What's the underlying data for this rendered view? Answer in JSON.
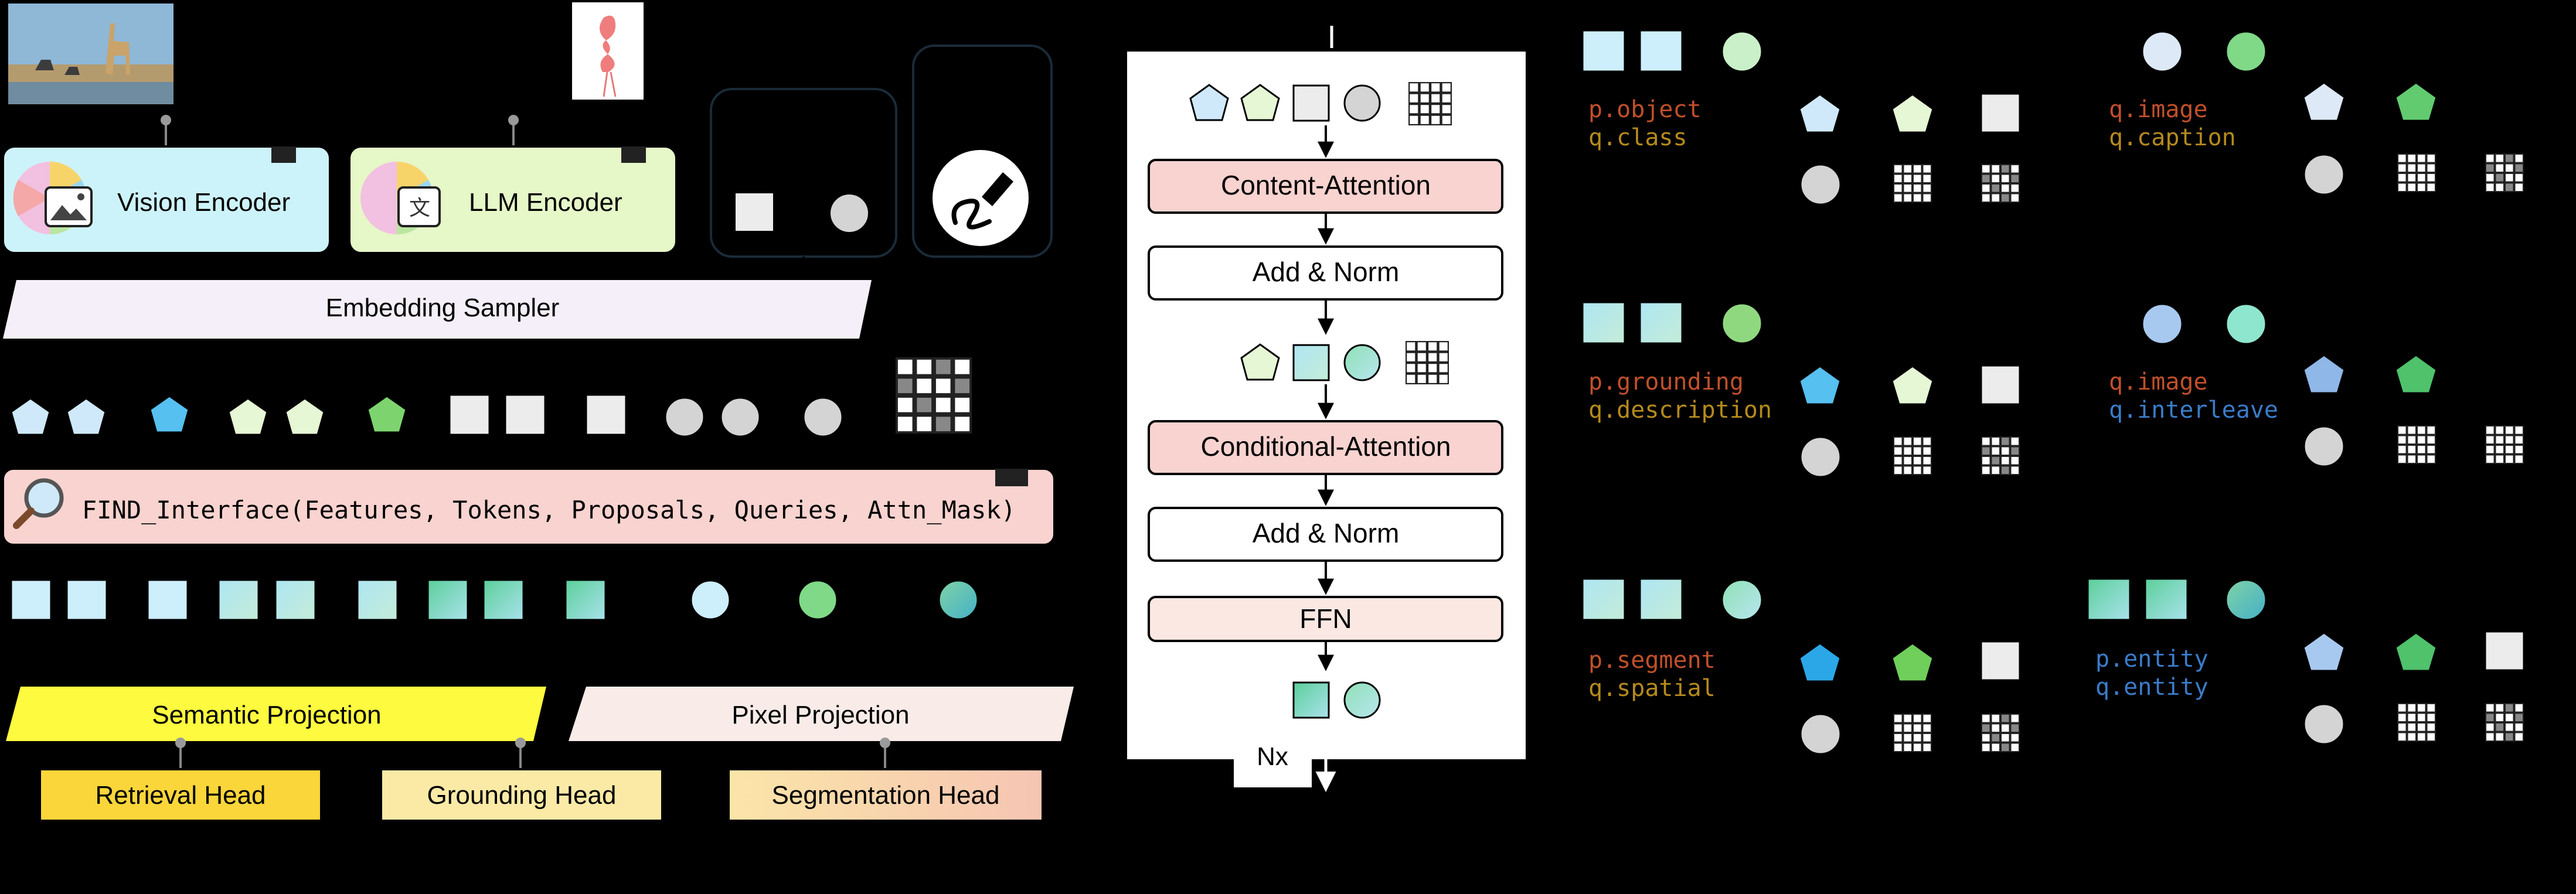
{
  "encoders": {
    "vision": "Vision Encoder",
    "llm": "LLM Encoder",
    "sampler": "Embedding Sampler"
  },
  "interface": {
    "call": "FIND_Interface(Features, Tokens, Proposals, Queries, Attn_Mask)"
  },
  "projections": {
    "semantic": "Semantic Projection",
    "pixel": "Pixel Projection"
  },
  "heads": {
    "retrieval": "Retrieval Head",
    "grounding": "Grounding Head",
    "segmentation": "Segmentation Head"
  },
  "block": {
    "content_attention": "Content-Attention",
    "add_norm_1": "Add & Norm",
    "conditional_attention": "Conditional-Attention",
    "add_norm_2": "Add & Norm",
    "ffn": "FFN",
    "repeat": "Nx"
  },
  "tasks": [
    {
      "p": "p.object",
      "q": "q.class",
      "p_color": "#c0502a",
      "q_color": "#b58a1e"
    },
    {
      "p": "q.image",
      "q": "q.caption",
      "p_color": "#c0502a",
      "q_color": "#b58a1e"
    },
    {
      "p": "p.grounding",
      "q": "q.description",
      "p_color": "#c0502a",
      "q_color": "#b58a1e"
    },
    {
      "p": "q.image",
      "q": "q.interleave",
      "p_color": "#c0502a",
      "q_color": "#3a7cc9"
    },
    {
      "p": "p.segment",
      "q": "q.spatial",
      "p_color": "#c0502a",
      "q_color": "#b58a1e"
    },
    {
      "p": "p.entity",
      "q": "q.entity",
      "p_color": "#3a7cc9",
      "q_color": "#3a7cc9"
    }
  ],
  "colors": {
    "vision_box": "#cdf3fa",
    "llm_box": "#e6f7c8",
    "sampler": "#f4eff8",
    "interface": "#f9d3cf",
    "semantic": "#fefa3f",
    "pixel": "#f9ece8",
    "retrieval": "#fbd63a",
    "grounding": "#fbeaa6",
    "segmentation_from": "#fbe5a8",
    "segmentation_to": "#f6c5b3",
    "attention": "#f8d3d0",
    "ffn": "#fbe8e2",
    "pentagon_blue": "#cfe9fb",
    "pentagon_green": "#e6f7d6",
    "square_gray": "#ececec",
    "circle_gray": "#d4d4d4"
  },
  "icons": [
    "vision-encoder-icon",
    "llm-encoder-icon",
    "magnifier-icon",
    "scribble-icon",
    "giraffe-photo",
    "flamingo-photo"
  ]
}
